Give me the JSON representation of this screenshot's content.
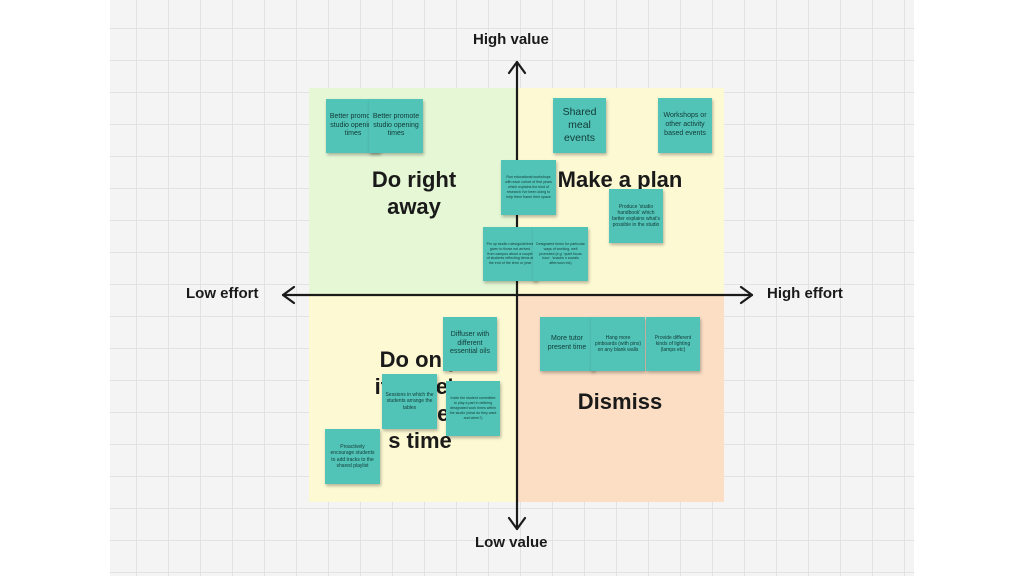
{
  "axes": {
    "top": "High value",
    "bottom": "Low value",
    "left": "Low effort",
    "right": "High effort"
  },
  "quadrants": {
    "top_left": "Do right\naway",
    "top_right": "Make a plan\nto",
    "bottom_left": "Do only\nif there's\nstrike\ns time",
    "bottom_right": "Dismiss"
  },
  "colors": {
    "sticky": "#52c3b7",
    "quadrant_top_left": "#e5f7d4",
    "quadrant_top_right": "#fdf9d3",
    "quadrant_bottom_left": "#fdf9d3",
    "quadrant_bottom_right": "#fbdec4"
  },
  "stickies": {
    "s1": "Better promote studio opening times",
    "s2": "Better promote studio opening times",
    "s3": "Shared meal events",
    "s4": "Workshops or other activity based events",
    "s5": "Run educational workshops with each cohort of first years which explains the kind of research I've been doing to help them frame their space",
    "s6": "Produce 'studio handbook' which better explains what's possible in the studio",
    "s7": "Pin up studio rules/guidelines given to those not arrived from campus about a couple of students reflecting items at the end of the term or year",
    "s8": "Designated times for particular ways of working, well promoted (e.g. 'quiet focus hour', 'snacks n socials afternoon etc)",
    "s9": "Diffuser with different essential oils",
    "s10": "More tutor present time",
    "s11": "Hang more pinboards (with pins) on any blank walls",
    "s12": "Provide different kinds of lighting (lamps etc)",
    "s13": "Sessions in which the students arrange the tables",
    "s14": "Invite the student committee to play a part in defining designated work times within the studio (what do they want and when?)",
    "s15": "Proactively encourage students to add tracks to the shared playlist"
  }
}
